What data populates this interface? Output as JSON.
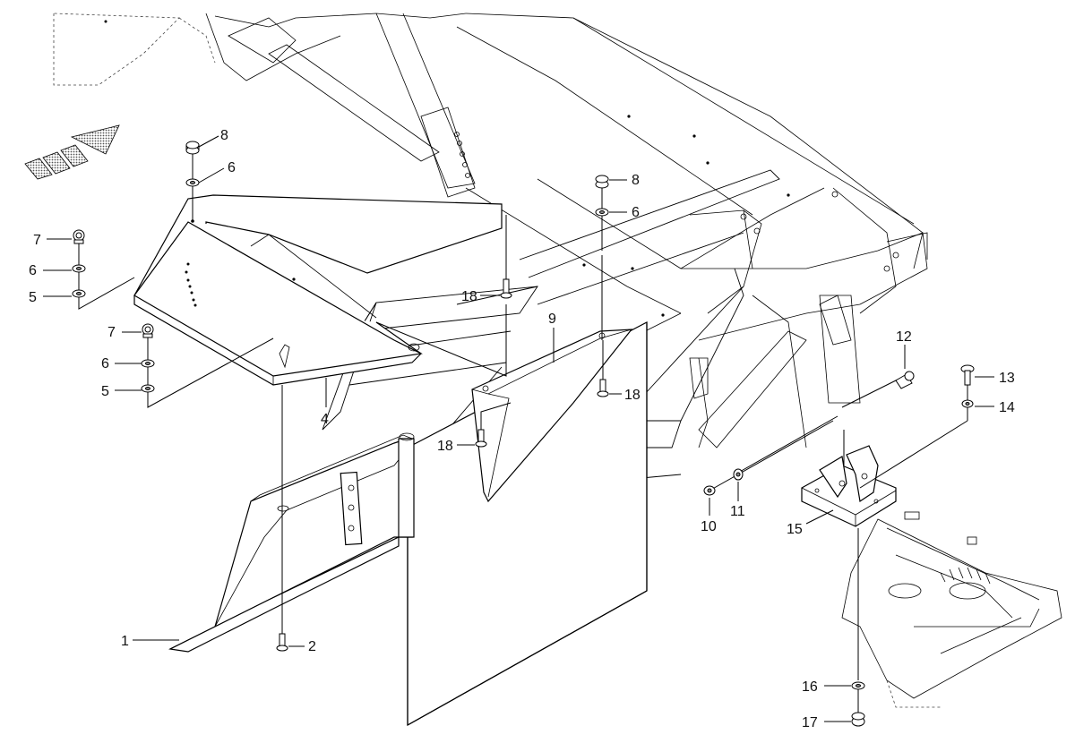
{
  "callouts": [
    {
      "id": "c1",
      "text": "1"
    },
    {
      "id": "c2",
      "text": "2"
    },
    {
      "id": "c4",
      "text": "4"
    },
    {
      "id": "c5a",
      "text": "5"
    },
    {
      "id": "c5b",
      "text": "5"
    },
    {
      "id": "c6a",
      "text": "6"
    },
    {
      "id": "c6b",
      "text": "6"
    },
    {
      "id": "c6c",
      "text": "6"
    },
    {
      "id": "c6d",
      "text": "6"
    },
    {
      "id": "c7a",
      "text": "7"
    },
    {
      "id": "c7b",
      "text": "7"
    },
    {
      "id": "c8a",
      "text": "8"
    },
    {
      "id": "c8b",
      "text": "8"
    },
    {
      "id": "c9",
      "text": "9"
    },
    {
      "id": "c10",
      "text": "10"
    },
    {
      "id": "c11",
      "text": "11"
    },
    {
      "id": "c12",
      "text": "12"
    },
    {
      "id": "c13",
      "text": "13"
    },
    {
      "id": "c14",
      "text": "14"
    },
    {
      "id": "c15",
      "text": "15"
    },
    {
      "id": "c16",
      "text": "16"
    },
    {
      "id": "c17",
      "text": "17"
    },
    {
      "id": "c18a",
      "text": "18"
    },
    {
      "id": "c18b",
      "text": "18"
    },
    {
      "id": "c18c",
      "text": "18"
    }
  ],
  "icons": {
    "direction_arrow": "direction-arrow-icon"
  },
  "colors": {
    "line": "#000000",
    "background": "#ffffff",
    "hatch": "#888888"
  }
}
